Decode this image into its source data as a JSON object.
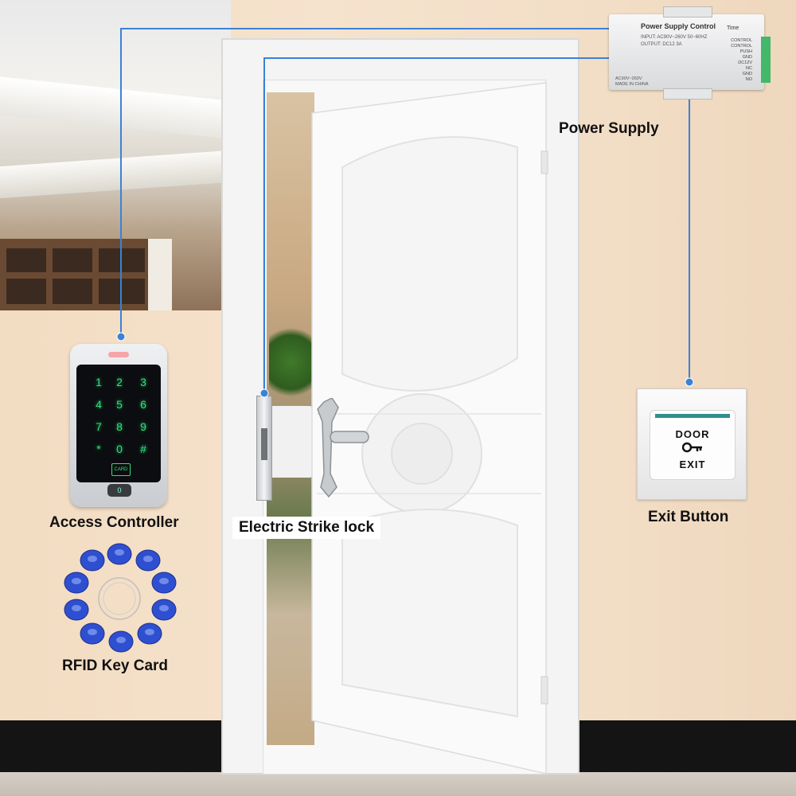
{
  "labels": {
    "power_supply": "Power Supply",
    "access_controller": "Access Controller",
    "electric_strike_lock": "Electric Strike lock",
    "exit_button": "Exit Button",
    "rfid_key_card": "RFID Key Card"
  },
  "power_supply_unit": {
    "title": "Power Supply Control",
    "time_label": "Time",
    "input_spec": "INPUT: AC90V~260V 50~60HZ",
    "output_spec": "OUTPUT: DC12 3A",
    "pins": [
      "CONTROL",
      "CONTROL",
      "PUSH",
      "GND",
      "DC12V",
      "NC",
      "GND",
      "NO"
    ],
    "rating": "AC90V~260V",
    "origin": "MADE IN CHINA"
  },
  "keypad": {
    "keys": [
      "1",
      "2",
      "3",
      "4",
      "5",
      "6",
      "7",
      "8",
      "9",
      "*",
      "0",
      "#"
    ],
    "card_label": "CARD",
    "fingerprint_label": "0"
  },
  "exit_button_face": {
    "top_text": "DOOR",
    "bottom_text": "EXIT"
  },
  "colors": {
    "wire": "#3b82d6",
    "keypad_glow": "#2fe07a",
    "rfid_fob": "#2f4fd1",
    "wall": "#f3ddc3",
    "floor": "#141414"
  },
  "icons": [
    "key-icon",
    "fingerprint-icon",
    "card-icon"
  ]
}
